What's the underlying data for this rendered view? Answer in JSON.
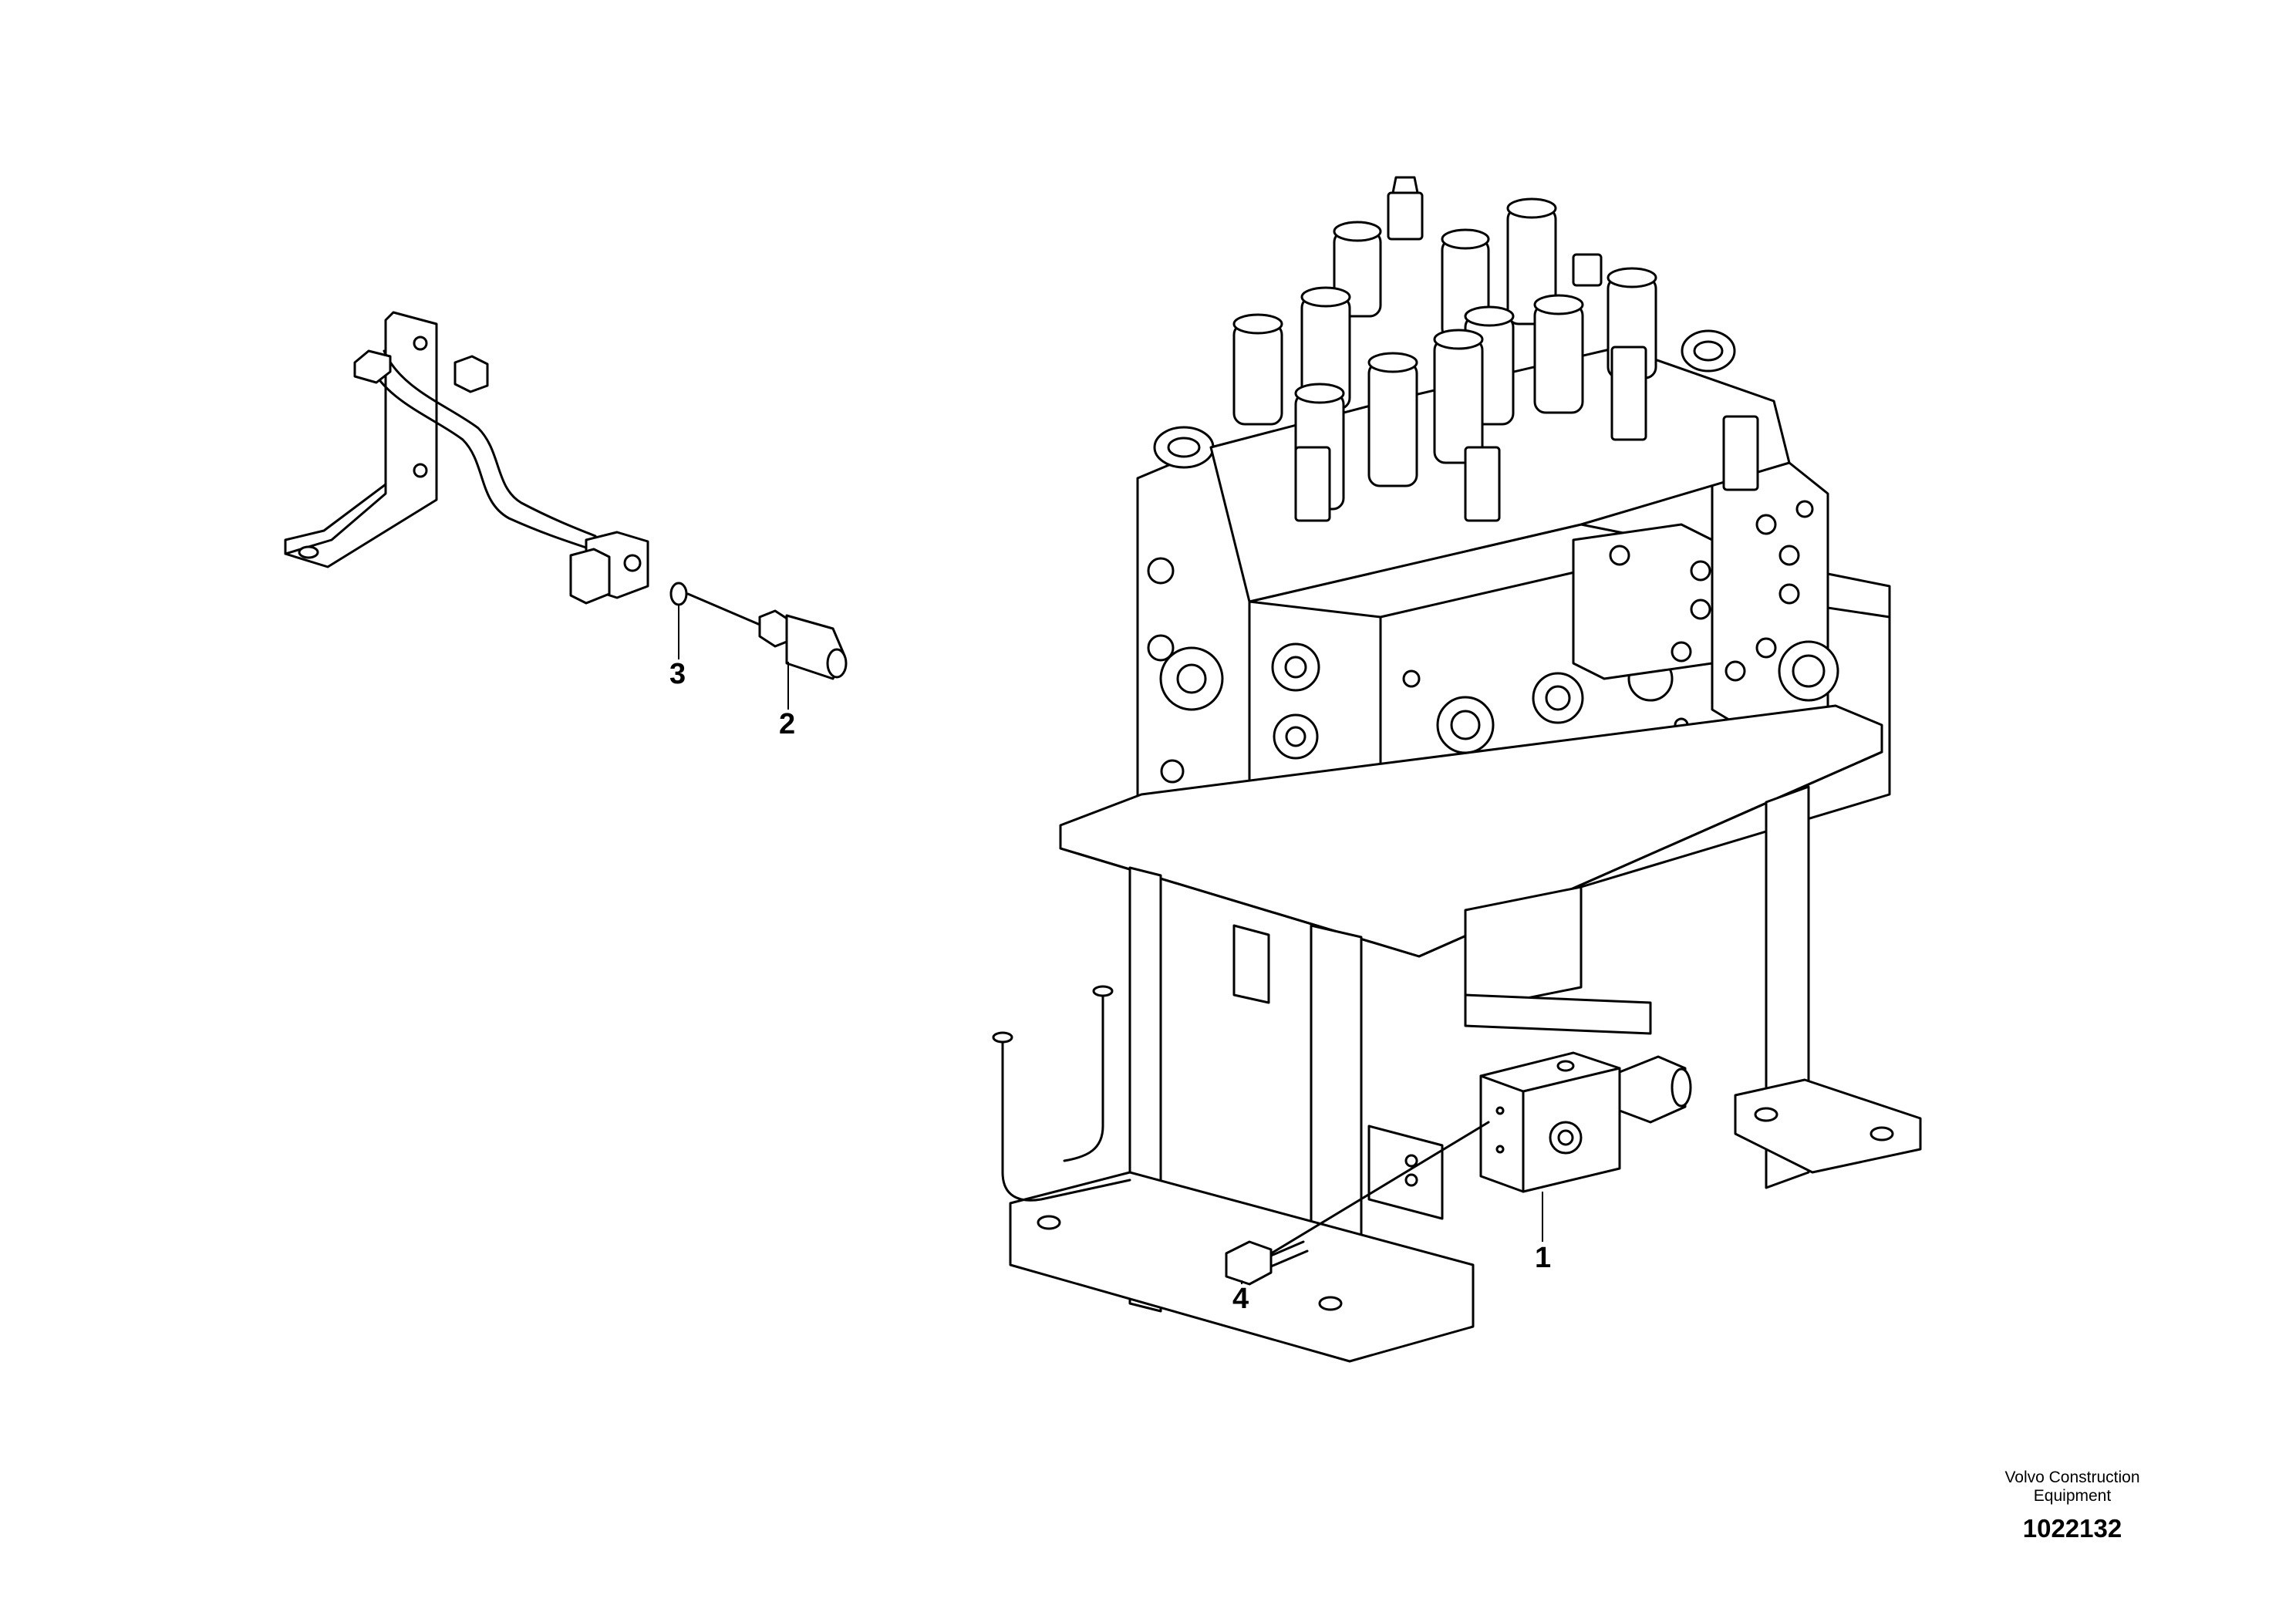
{
  "callouts": {
    "c1": "1",
    "c2": "2",
    "c3": "3",
    "c4": "4"
  },
  "footer": {
    "brand_line1": "Volvo Construction",
    "brand_line2": "Equipment",
    "drawing_number": "1022132"
  }
}
